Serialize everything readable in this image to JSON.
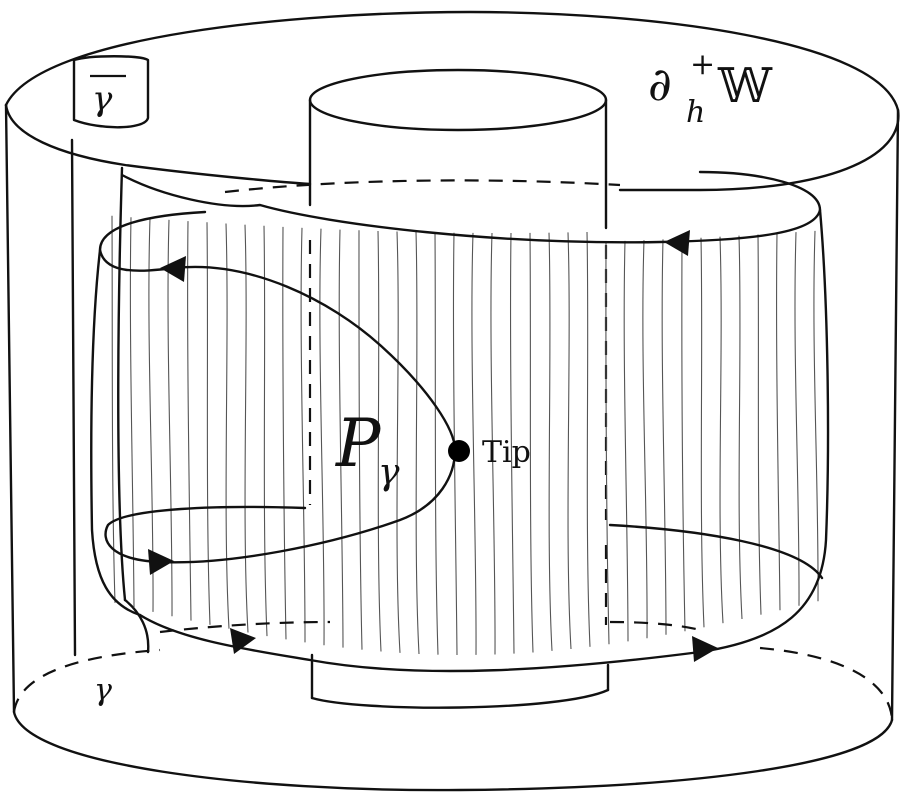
{
  "labels": {
    "boundary": "∂",
    "boundary_sub": "h",
    "boundary_sup": "+",
    "boundary_W": "𝕎",
    "gamma_bar": "γ",
    "gamma": "γ",
    "P": "P",
    "P_sub": "γ",
    "tip": "Tip"
  }
}
